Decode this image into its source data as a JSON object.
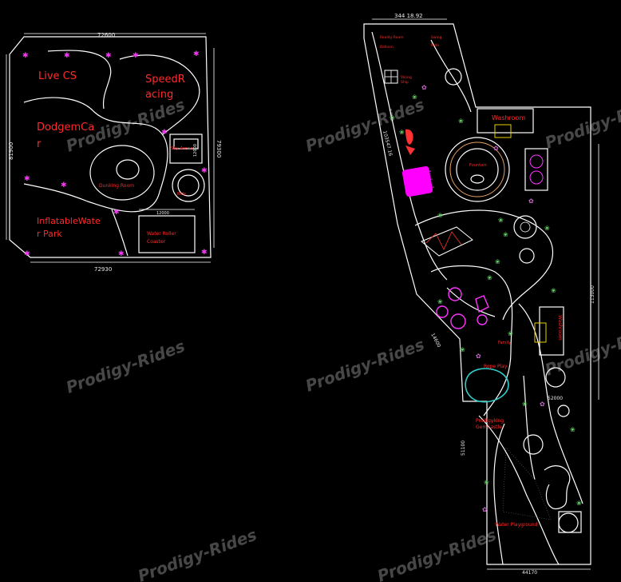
{
  "left_plan": {
    "dim_top": "72600",
    "dim_bottom": "72930",
    "dim_left": "81900",
    "dim_right": "79300",
    "labels": {
      "live_cs": "Live CS",
      "speed_racing_1": "SpeedR",
      "speed_racing_2": "acing",
      "dodgem_1": "DodgemCa",
      "dodgem_2": "r",
      "inflatable_1": "InflatableWate",
      "inflatable_2": "r Park",
      "dunking_room": "Dunking Room",
      "sky_arena": "Sky Arena",
      "water_roller_1": "Water Roller",
      "water_roller_2": "Coaster",
      "small_ride": "Ride",
      "dim_12000": "12000",
      "dim_10000": "12000"
    }
  },
  "right_plan": {
    "dim_top": "344 18.92",
    "dim_bottom": "44170",
    "dim_left_upper": "103547.16",
    "dim_left_mid": "14600",
    "dim_left_lower": "51100",
    "dim_right_upper": "113000",
    "dim_right_lower": "52000",
    "labels": {
      "washroom": "Washroom",
      "washroom_2": "Washroom",
      "family": "Family",
      "rope_play": "Rope Play",
      "prodigyking_1": "Prodigyking",
      "prodigyking_2": "GemCastle",
      "water_playground": "Water Playground",
      "ship_1": "Viking",
      "ship_2": "Ship",
      "top_1": "Reality Room",
      "top_2": "Balloon",
      "top_3": "Swing",
      "top_4": "Ride"
    }
  },
  "watermark": "Prodigy-Rides",
  "colors": {
    "background": "#000000",
    "lines": "#ffffff",
    "labels": "#ff2a2a",
    "marker": "#ff33ff",
    "trees": "#66cc66",
    "accent_magenta": "#ff00ff",
    "accent_cyan": "#33cccc",
    "accent_yellow": "#e8d000"
  }
}
